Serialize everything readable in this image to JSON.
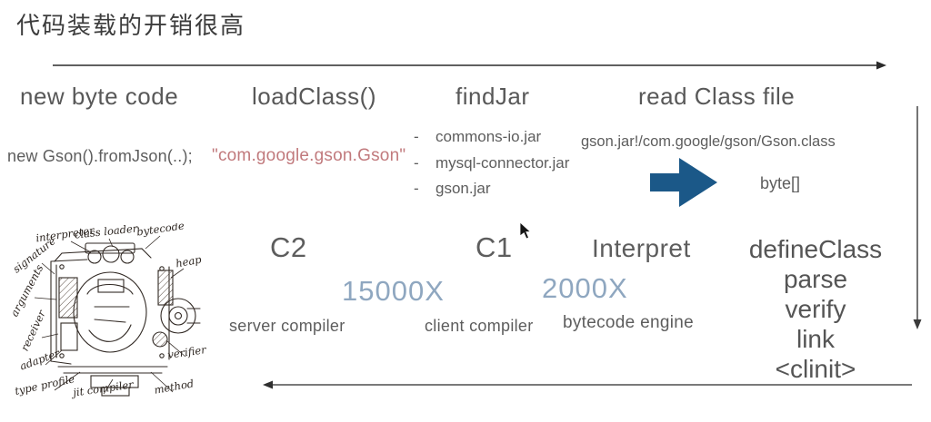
{
  "title": "代码装载的开销很高",
  "pipeline": {
    "stages": {
      "new_byte_code": {
        "label": "new byte code",
        "code": "new Gson().fromJson(..);"
      },
      "load_class": {
        "label": "loadClass()",
        "class_name": "\"com.google.gson.Gson\""
      },
      "find_jar": {
        "label": "findJar",
        "bullet": "-",
        "jars": [
          "commons-io.jar",
          "mysql-connector.jar",
          "gson.jar"
        ]
      },
      "read_class_file": {
        "label": "read Class file",
        "path": "gson.jar!/com.google/gson/Gson.class",
        "result": "byte[]"
      }
    }
  },
  "execution": {
    "c2": {
      "name": "C2",
      "speed": "15000X",
      "caption": "server compiler"
    },
    "c1": {
      "name": "C1",
      "speed": "2000X",
      "caption": "client compiler"
    },
    "interpret": {
      "name": "Interpret",
      "caption": "bytecode engine"
    },
    "define_class": {
      "name": "defineClass",
      "steps": [
        "parse",
        "verify",
        "link",
        "<clinit>"
      ]
    }
  },
  "sketch": {
    "labels": {
      "interpreter": "interpreter",
      "class_loader": "class loader",
      "bytecode": "bytecode",
      "heap": "heap",
      "signature": "signature",
      "arguments": "arguments",
      "receiver": "receiver",
      "adapter": "adapter",
      "type_profile": "type profile",
      "jit_compiler": "jit compiler",
      "method": "method",
      "verifier": "verifier"
    }
  },
  "colors": {
    "accent_red": "#c17a7d",
    "accent_blue": "#8fa7c0",
    "block_arrow_blue": "#1b5888"
  }
}
